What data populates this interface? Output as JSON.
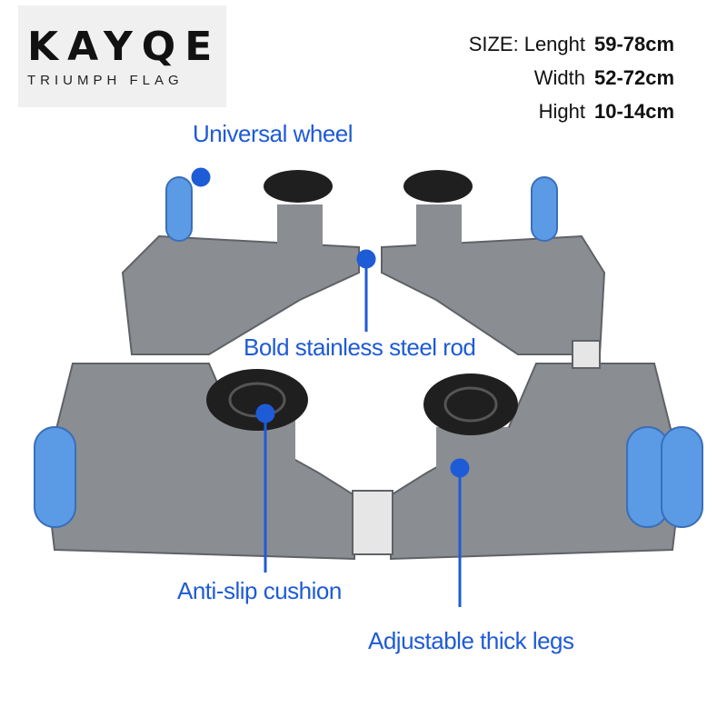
{
  "brand": {
    "name": "KAYQE",
    "tagline": "TRIUMPH FLAG"
  },
  "size": {
    "title": "SIZE:",
    "rows": [
      {
        "label": "Lenght",
        "value": "59-78cm"
      },
      {
        "label": "Width",
        "value": "52-72cm"
      },
      {
        "label": "Hight",
        "value": "10-14cm"
      }
    ]
  },
  "callouts": {
    "wheel": "Universal wheel",
    "rod": "Bold stainless steel rod",
    "cushion": "Anti-slip cushion",
    "legs": "Adjustable thick legs"
  },
  "colors": {
    "accent": "#1e5bd6",
    "frame": "#8a8d92",
    "wheel": "#5b9be6",
    "pad": "#1f1f1f"
  }
}
